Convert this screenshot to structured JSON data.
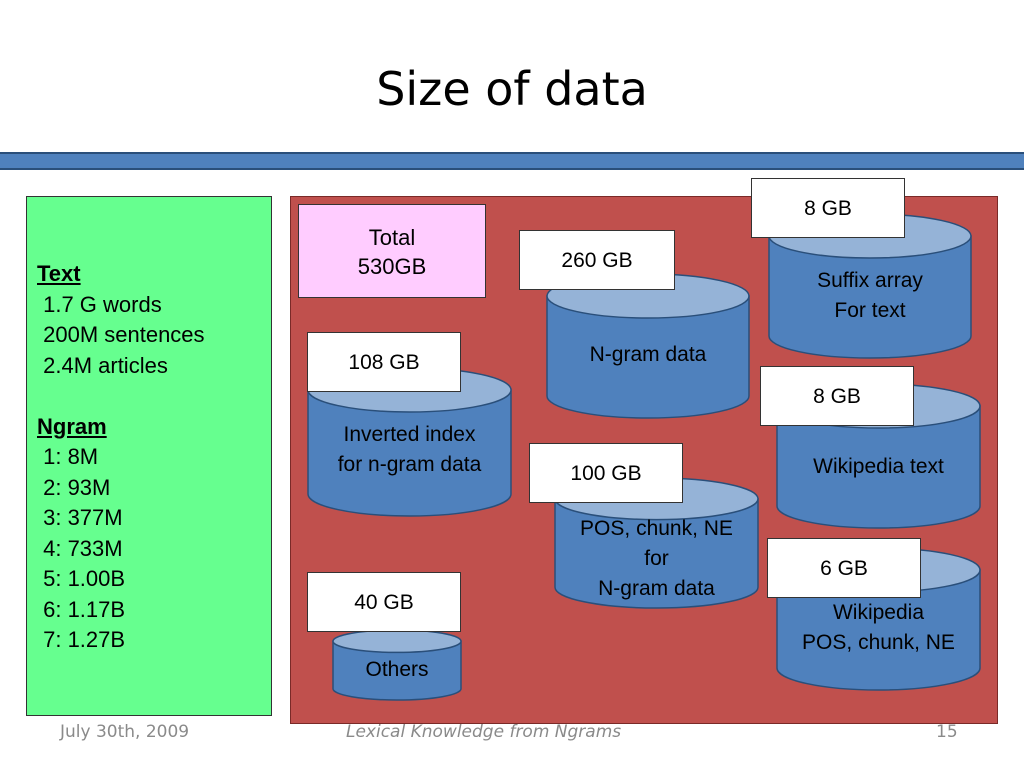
{
  "slide": {
    "title": "Size of data",
    "footer": {
      "date": "July 30th, 2009",
      "center": "Lexical Knowledge from Ngrams",
      "page": "15"
    }
  },
  "stats_box": {
    "text_heading": "Text",
    "text_lines": [
      " 1.7 G words",
      " 200M sentences",
      " 2.4M articles"
    ],
    "ngram_heading": "Ngram",
    "ngram_lines": [
      " 1: 8M",
      " 2: 93M",
      " 3: 377M",
      " 4: 733M",
      " 5: 1.00B",
      " 6: 1.17B",
      " 7: 1.27B"
    ]
  },
  "total": {
    "line1": "Total",
    "line2": "530GB"
  },
  "stores": [
    {
      "id": "suffix-array",
      "label_lines": [
        "Suffix array",
        "For text"
      ],
      "size": "8 GB"
    },
    {
      "id": "ngram-data",
      "label_lines": [
        "N-gram data"
      ],
      "size": "260 GB"
    },
    {
      "id": "inverted-index",
      "label_lines": [
        "Inverted index",
        "for n-gram data"
      ],
      "size": "108 GB"
    },
    {
      "id": "wikipedia-text",
      "label_lines": [
        "Wikipedia text"
      ],
      "size": "8 GB"
    },
    {
      "id": "pos-chunk-ne",
      "label_lines": [
        "POS, chunk, NE",
        "for",
        "N-gram data"
      ],
      "size": "100 GB"
    },
    {
      "id": "wikipedia-pos",
      "label_lines": [
        "Wikipedia",
        "POS, chunk, NE"
      ],
      "size": "6 GB"
    },
    {
      "id": "others",
      "label_lines": [
        "Others"
      ],
      "size": "40 GB"
    }
  ],
  "colors": {
    "bar": "#4f81bd",
    "cylinder_body": "#4f81bd",
    "cylinder_top": "#95b3d7",
    "stats_bg": "#66ff8f",
    "panel_bg": "#c0504d",
    "total_bg": "#ffccff"
  }
}
